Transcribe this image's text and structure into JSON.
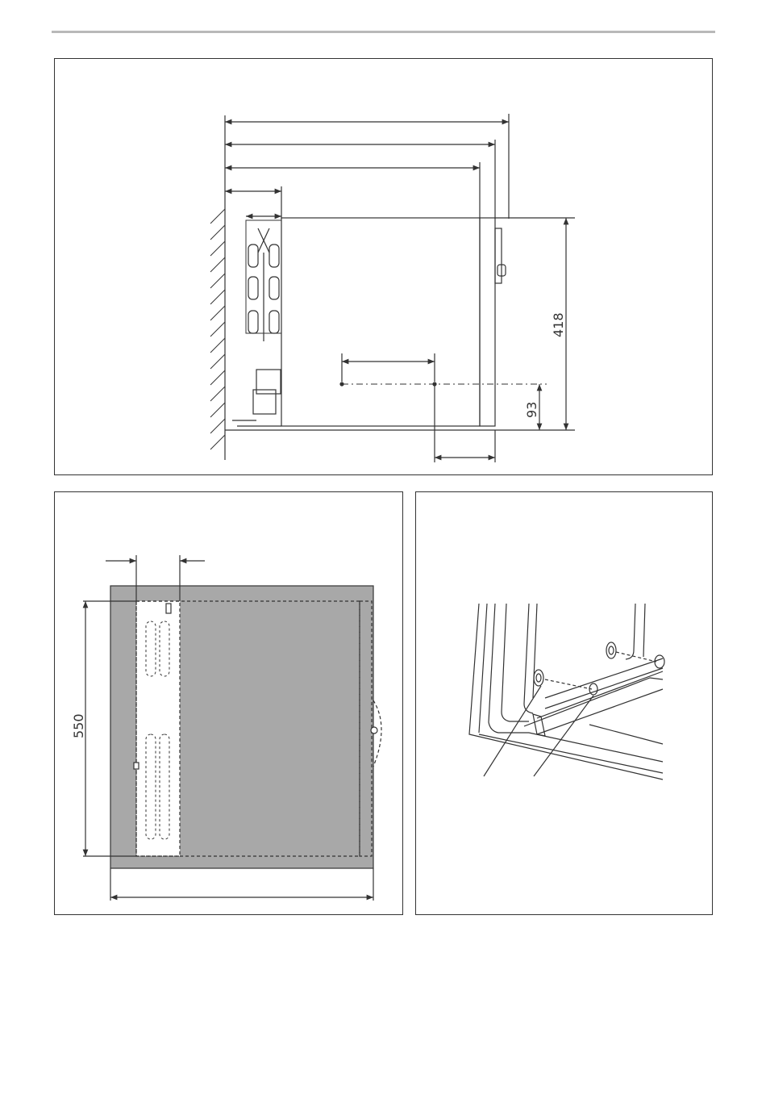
{
  "dimensions": {
    "side_height": "418",
    "side_axis_height": "93",
    "front_height": "550"
  },
  "colors": {
    "line": "#333333",
    "panel_fill": "#a8a8a8",
    "rule": "#b9b9b9"
  }
}
